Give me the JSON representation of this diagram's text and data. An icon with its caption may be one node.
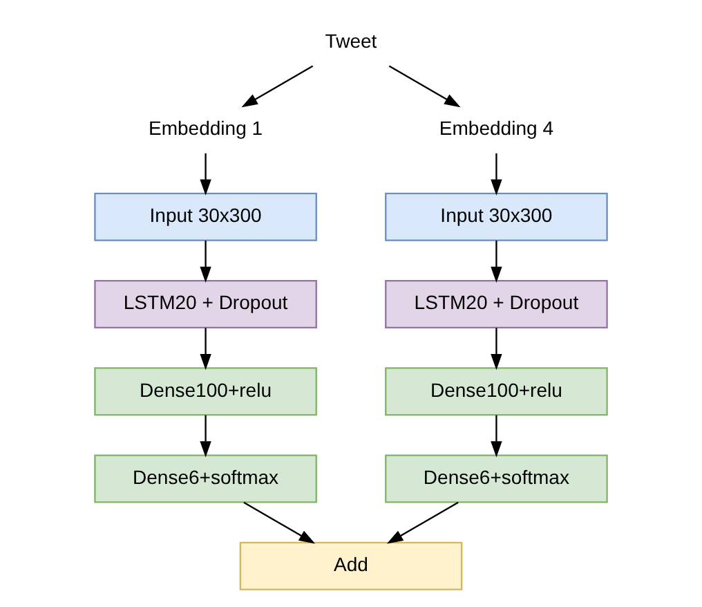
{
  "diagram": {
    "nodes": [
      {
        "text": [
          "Tweet"
        ]
      },
      {
        "text": [
          "Embedding 1"
        ]
      },
      {
        "text": [
          "Embedding 4"
        ]
      },
      {
        "text": [
          "Input 30x300"
        ]
      },
      {
        "text": [
          "Input 30x300"
        ]
      },
      {
        "text": [
          "LSTM20 + Dropout"
        ]
      },
      {
        "text": [
          "LSTM20 + Dropout"
        ]
      },
      {
        "text": [
          "Dense100+relu"
        ]
      },
      {
        "text": [
          "Dense100+relu"
        ]
      },
      {
        "text": [
          "Dense6+softmax"
        ]
      },
      {
        "text": [
          "Dense6+softmax"
        ]
      },
      {
        "text": [
          "Add"
        ]
      }
    ],
    "edges": [
      {
        "from": 0,
        "to": 1,
        "arrow": "to"
      },
      {
        "from": 0,
        "to": 2,
        "arrow": "to"
      },
      {
        "from": 1,
        "to": 3,
        "arrow": "to"
      },
      {
        "from": 2,
        "to": 4,
        "arrow": "to"
      },
      {
        "from": 3,
        "to": 5,
        "arrow": "to"
      },
      {
        "from": 4,
        "to": 6,
        "arrow": "to"
      },
      {
        "from": 5,
        "to": 7,
        "arrow": "to"
      },
      {
        "from": 6,
        "to": 8,
        "arrow": "to"
      },
      {
        "from": 7,
        "to": 9,
        "arrow": "to"
      },
      {
        "from": 8,
        "to": 10,
        "arrow": "to"
      },
      {
        "from": 9,
        "to": 11,
        "arrow": "to"
      },
      {
        "from": 10,
        "to": 11,
        "arrow": "to"
      }
    ]
  }
}
